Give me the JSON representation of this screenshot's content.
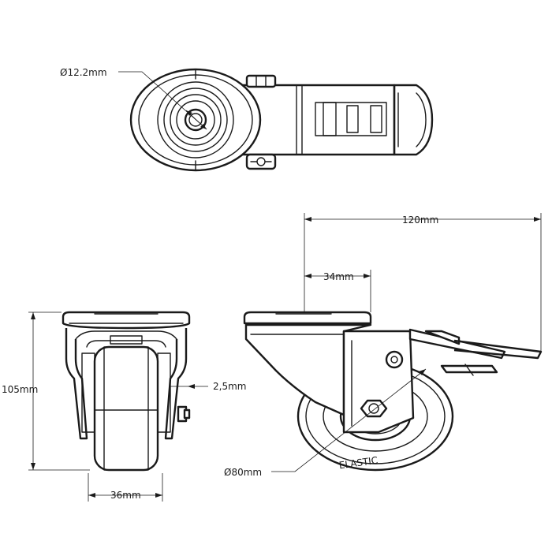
{
  "diagram": {
    "labels": {
      "bolt_hole_diameter": "Ø12.2mm",
      "overall_length": "120mm",
      "offset": "34mm",
      "overall_height": "105mm",
      "clearance": "2,5mm",
      "wheel_width": "36mm",
      "wheel_diameter": "Ø80mm"
    },
    "wheel_marking": "ELASTIC"
  }
}
